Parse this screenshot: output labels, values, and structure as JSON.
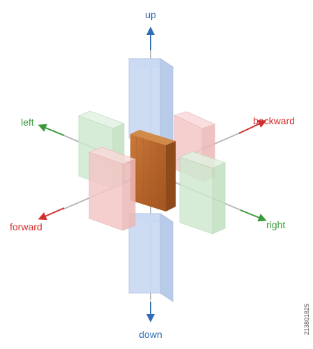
{
  "labels": {
    "up": "up",
    "down": "down",
    "left": "left",
    "right": "right",
    "forward": "forward",
    "backward": "backward"
  },
  "side_id": "213801825",
  "colors": {
    "vertical_axis": "#2f6db5",
    "forward_backward_axis": "#d32f2f",
    "left_right_axis": "#3a9a3a",
    "up_down_box": "#c9d9f2",
    "forward_backward_box": "#f4c6c6",
    "left_right_box": "#cfe9cf",
    "wood_block": "#b8692a"
  }
}
